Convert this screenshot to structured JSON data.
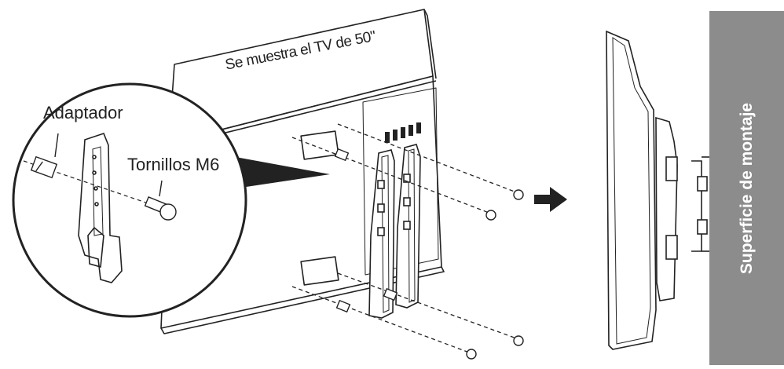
{
  "labels": {
    "tv_caption": "Se muestra el TV de 50\"",
    "adapter": "Adaptador",
    "screws": "Tornillos M6",
    "mounting_surface": "Superficie de montaje"
  },
  "colors": {
    "line": "#222222",
    "wall_panel": "#8c8c8c",
    "wall_text": "#ffffff",
    "background": "#ffffff"
  },
  "icons": [
    "arrow-right-icon",
    "screw-icon",
    "adapter-icon",
    "bracket-icon",
    "magnifier-circle"
  ]
}
